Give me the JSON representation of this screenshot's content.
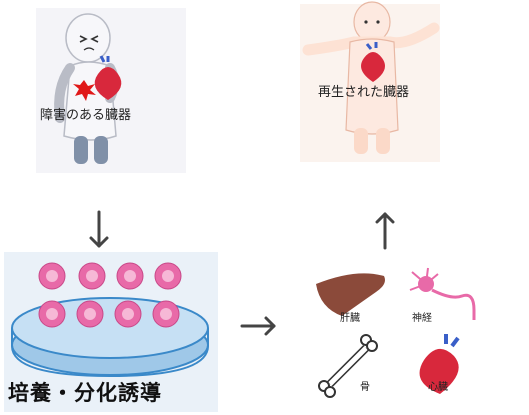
{
  "labels": {
    "damaged": "障害のある臓器",
    "regenerated": "再生された臓器",
    "culture": "培養・分化誘導"
  },
  "organs": {
    "liver": "肝臓",
    "nerve": "神経",
    "bone": "骨",
    "heart": "心臓"
  },
  "colors": {
    "arrow": "#444444",
    "heart": "#d8283c",
    "liver": "#8b4a3a",
    "cell": "#e86aa8",
    "dish": "#3a89c9"
  }
}
